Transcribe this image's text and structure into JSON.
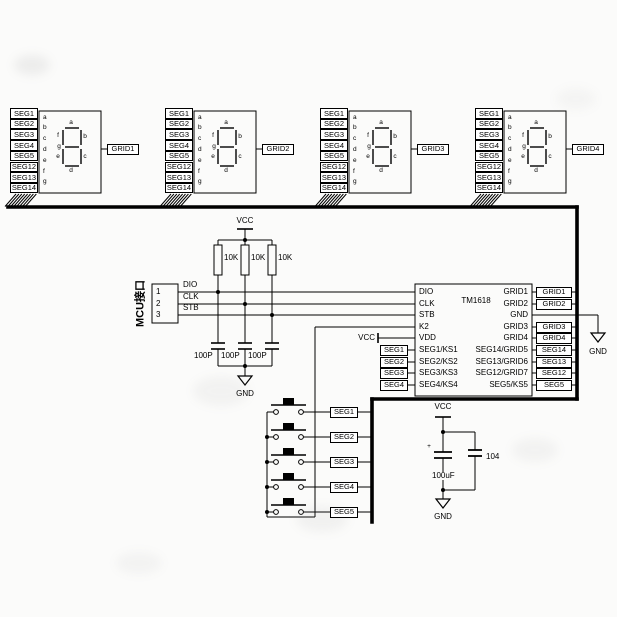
{
  "displays": [
    {
      "segs": [
        "SEG1",
        "SEG2",
        "SEG3",
        "SEG4",
        "SEG5",
        "SEG12",
        "SEG13",
        "SEG14"
      ],
      "pins": [
        "a",
        "b",
        "c",
        "d",
        "e",
        "f",
        "g"
      ],
      "grid": "GRID1"
    },
    {
      "segs": [
        "SEG1",
        "SEG2",
        "SEG3",
        "SEG4",
        "SEG5",
        "SEG12",
        "SEG13",
        "SEG14"
      ],
      "pins": [
        "a",
        "b",
        "c",
        "d",
        "e",
        "f",
        "g"
      ],
      "grid": "GRID2"
    },
    {
      "segs": [
        "SEG1",
        "SEG2",
        "SEG3",
        "SEG4",
        "SEG5",
        "SEG12",
        "SEG13",
        "SEG14"
      ],
      "pins": [
        "a",
        "b",
        "c",
        "d",
        "e",
        "f",
        "g"
      ],
      "grid": "GRID3"
    },
    {
      "segs": [
        "SEG1",
        "SEG2",
        "SEG3",
        "SEG4",
        "SEG5",
        "SEG12",
        "SEG13",
        "SEG14"
      ],
      "pins": [
        "a",
        "b",
        "c",
        "d",
        "e",
        "f",
        "g"
      ],
      "grid": "GRID4"
    }
  ],
  "mcu_header": {
    "title": "MCU接口",
    "pin_numbers": [
      "1",
      "2",
      "3"
    ],
    "signals": [
      "DIO",
      "CLK",
      "STB"
    ]
  },
  "pullups": {
    "labels": [
      "10K",
      "10K",
      "10K"
    ]
  },
  "decoupling": {
    "labels": [
      "100P",
      "100P",
      "100P"
    ]
  },
  "power": {
    "vcc": "VCC",
    "gnd": "GND"
  },
  "chip": {
    "name": "TM1618",
    "left_pins": [
      "DIO",
      "CLK",
      "STB",
      "K2",
      "VDD",
      "SEG1/KS1",
      "SEG2/KS2",
      "SEG3/KS3",
      "SEG4/KS4"
    ],
    "right_pins": [
      "GRID1",
      "GRID2",
      "GND",
      "GRID3",
      "GRID4",
      "SEG14/GRID5",
      "SEG13/GRID6",
      "SEG12/GRID7",
      "SEG5/KS5"
    ],
    "right_net_labels": [
      "GRID1",
      "GRID2",
      "GRID3",
      "GRID4",
      "SEG14",
      "SEG13",
      "SEG12",
      "SEG5"
    ],
    "left_net_labels": [
      "SEG1",
      "SEG2",
      "SEG3",
      "SEG4"
    ]
  },
  "keys": {
    "net_labels": [
      "SEG1",
      "SEG2",
      "SEG3",
      "SEG4",
      "SEG5"
    ]
  },
  "bulk": {
    "cap1": "100uF",
    "cap1_polarity": "+",
    "cap2": "104"
  }
}
